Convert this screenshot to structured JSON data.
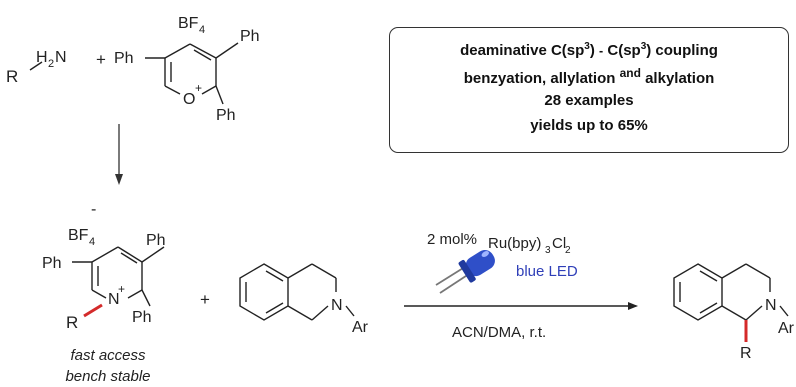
{
  "summary": {
    "line1_a": "deaminative ",
    "line1_b": "C(sp",
    "line1_c": "3",
    "line1_d": ") ",
    "line1_e": "-",
    "line1_f": " C(sp",
    "line1_g": "3",
    "line1_h": ") coupling",
    "line2_a": "benzyation, allylation ",
    "line2_b": "and",
    "line2_c": " alkylation",
    "line3": "28 examples",
    "line4_a": "yields ",
    "line4_b": "up to 65%"
  },
  "reagents": {
    "amine_r": "R",
    "amine_h2n": "H",
    "amine_h2n_sub": "2",
    "amine_h2n_n": "N",
    "plus": "+",
    "pyrylium_counterion": "BF",
    "pyrylium_counterion_sub": "4",
    "ph_top": "Ph",
    "ph_left": "Ph",
    "ph_bottom": "Ph",
    "oxygen": "O",
    "plus_charge": "+"
  },
  "pyridinium": {
    "minus": "-",
    "counterion": "BF",
    "counterion_sub": "4",
    "ph_top": "Ph",
    "ph_left": "Ph",
    "ph_bottom": "Ph",
    "nitrogen": "N",
    "charge": "+",
    "r_group": "R",
    "note1": "fast access",
    "note2": "bench stable"
  },
  "substrate": {
    "plus": "+",
    "nitrogen": "N",
    "aryl": "Ar"
  },
  "conditions": {
    "catalyst_a": "2 mol% ",
    "catalyst_b": "Ru(bpy)",
    "catalyst_sub1": "3",
    "catalyst_c": "Cl",
    "catalyst_sub2": "2",
    "light": "blue LED",
    "solvent": "ACN/DMA, r.t."
  },
  "product": {
    "nitrogen": "N",
    "aryl": "Ar",
    "r_group": "R"
  },
  "colors": {
    "led": "#2f4fc8",
    "bond_highlight": "#d42a2a",
    "light_label": "#2f3fb8"
  }
}
